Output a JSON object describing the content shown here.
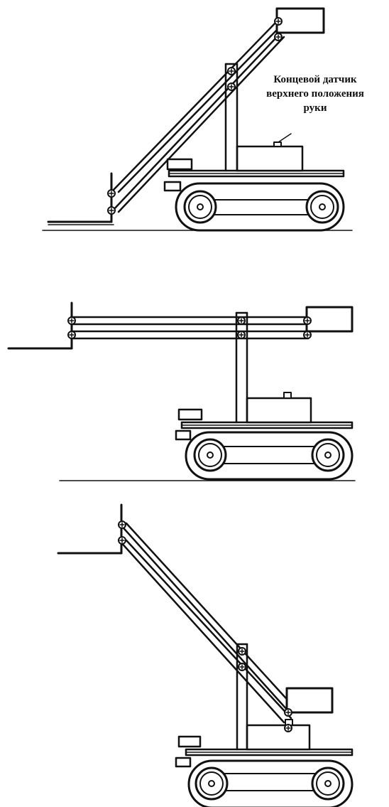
{
  "annotation": {
    "line1": "Концевой датчик",
    "line2": "верхнего положения",
    "line3": "руки"
  },
  "colors": {
    "ink": "#111111",
    "background": "#ffffff"
  },
  "views": [
    {
      "id": "view-1",
      "arm_position": "lowered"
    },
    {
      "id": "view-2",
      "arm_position": "horizontal"
    },
    {
      "id": "view-3",
      "arm_position": "raised"
    }
  ]
}
